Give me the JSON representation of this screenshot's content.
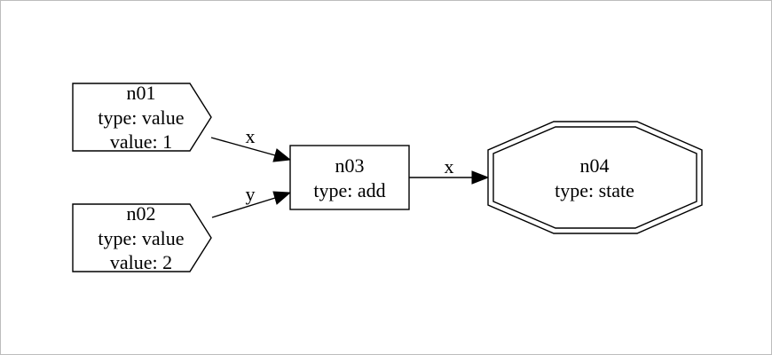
{
  "nodes": {
    "n01": {
      "name": "n01",
      "type_line": "type: value",
      "value_line": "value: 1"
    },
    "n02": {
      "name": "n02",
      "type_line": "type: value",
      "value_line": "value: 2"
    },
    "n03": {
      "name": "n03",
      "type_line": "type: add"
    },
    "n04": {
      "name": "n04",
      "type_line": "type: state"
    }
  },
  "edges": {
    "n01_n03": {
      "label": "x"
    },
    "n02_n03": {
      "label": "y"
    },
    "n03_n04": {
      "label": "x"
    }
  },
  "colors": {
    "stroke": "#000000",
    "background": "#ffffff",
    "frame": "#bdbdbd"
  }
}
